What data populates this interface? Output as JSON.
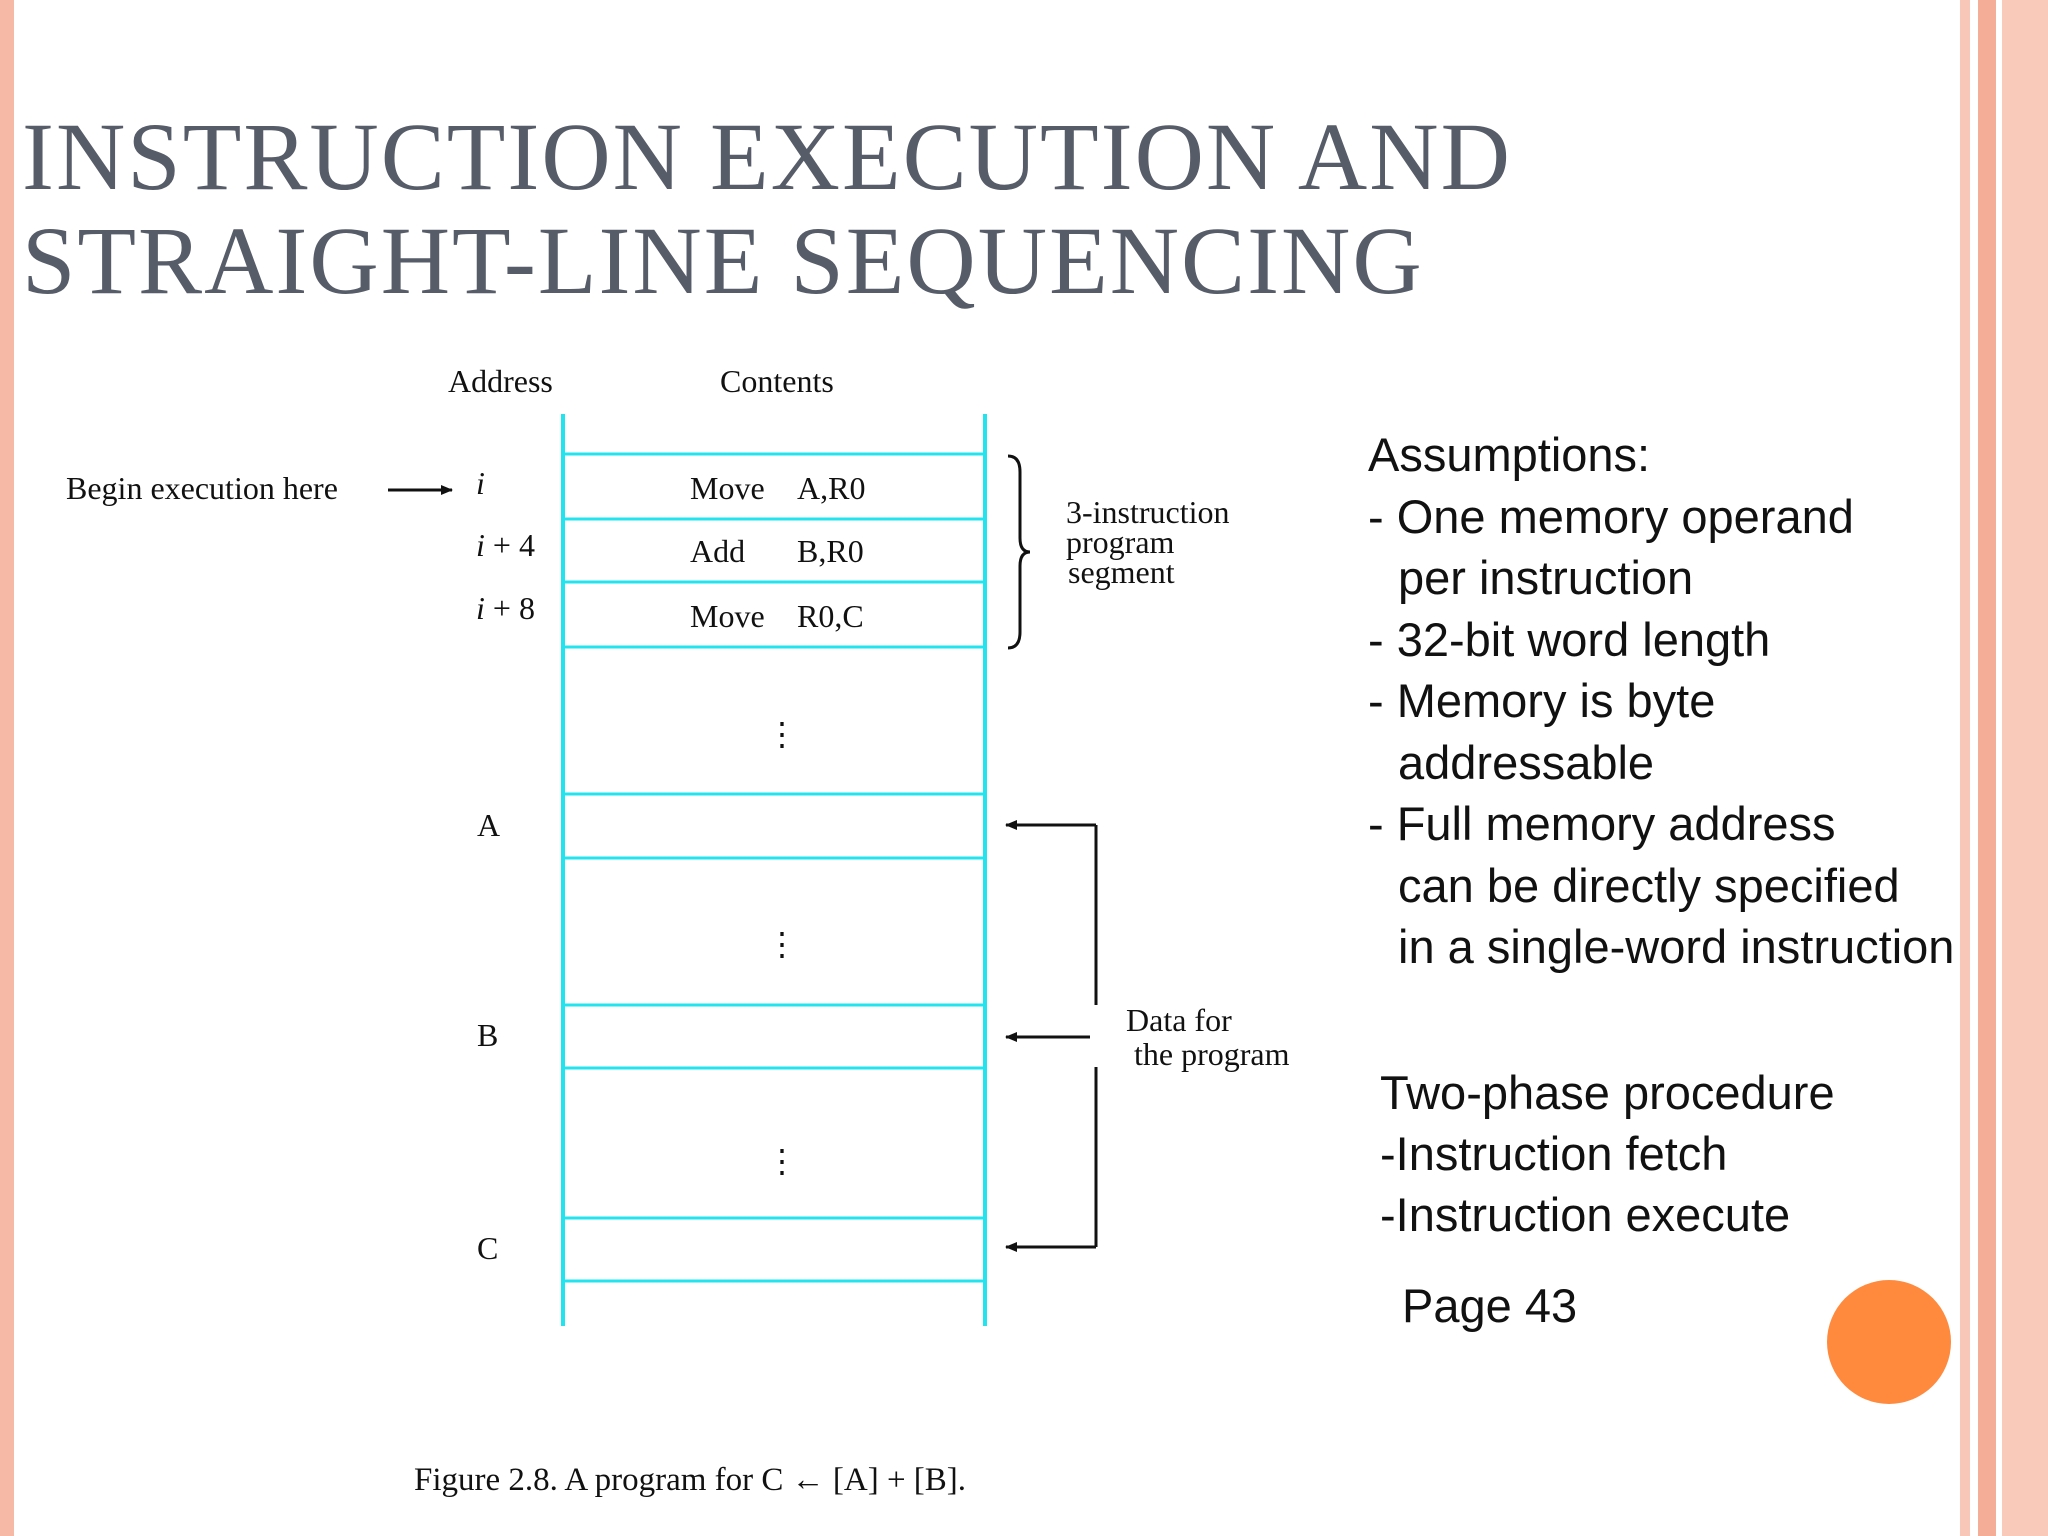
{
  "title": {
    "line1": "INSTRUCTION EXECUTION AND",
    "line2": "STRAIGHT-LINE SEQUENCING"
  },
  "diagram": {
    "header_address": "Address",
    "header_contents": "Contents",
    "begin_label": "Begin execution here",
    "rows": [
      {
        "address_var": "i",
        "address_suffix": "",
        "op": "Move",
        "operands": "A,R0"
      },
      {
        "address_var": "i",
        "address_suffix": " + 4",
        "op": "Add",
        "operands": "B,R0"
      },
      {
        "address_var": "i",
        "address_suffix": " + 8",
        "op": "Move",
        "operands": "R0,C"
      }
    ],
    "segment_label": [
      "3-instruction",
      "program",
      "segment"
    ],
    "data_addresses": [
      "A",
      "B",
      "C"
    ],
    "data_label": [
      "Data for",
      "the program"
    ],
    "ellipsis": "⋮"
  },
  "assumptions": {
    "heading": "Assumptions:",
    "lines": [
      {
        "text": "- One memory operand",
        "indent": false
      },
      {
        "text": "per instruction",
        "indent": true
      },
      {
        "text": "- 32-bit word length",
        "indent": false
      },
      {
        "text": "- Memory is byte",
        "indent": false
      },
      {
        "text": "addressable",
        "indent": true
      },
      {
        "text": "- Full memory address",
        "indent": false
      },
      {
        "text": "can be directly specified",
        "indent": true
      },
      {
        "text": "in a single-word instruction",
        "indent": true
      }
    ]
  },
  "procedure": {
    "heading": "Two-phase procedure",
    "items": [
      "-Instruction fetch",
      "-Instruction execute"
    ]
  },
  "page_ref": "Page 43",
  "caption": "Figure 2.8.  A program for C ← [A] + [B].",
  "colors": {
    "accent_border": "#f6b9a6",
    "memory_lines": "#22e3ee",
    "title_text": "#565c68",
    "circle": "#ff8a3d"
  }
}
